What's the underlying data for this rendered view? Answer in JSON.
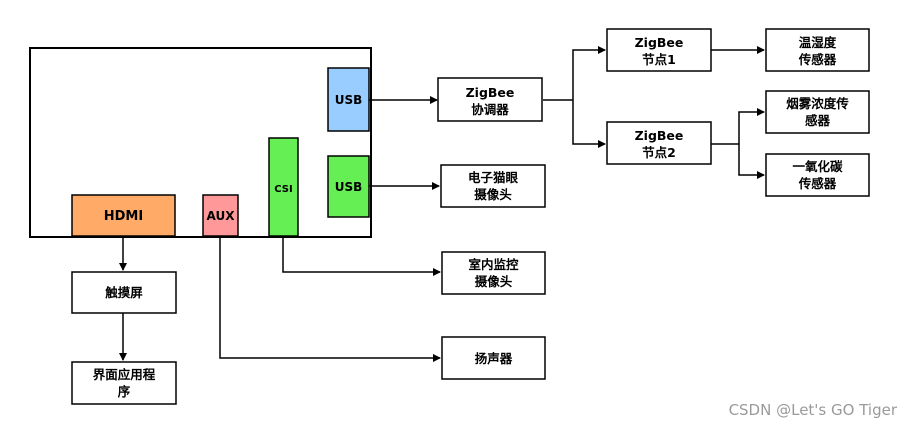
{
  "board": {
    "ports": {
      "usb1": "USB",
      "usb2": "USB",
      "hdmi": "HDMI",
      "aux": "AUX",
      "csi": "CSI"
    }
  },
  "nodes": {
    "zigbee_coordinator": [
      "ZigBee",
      "协调器"
    ],
    "zigbee_node1": [
      "ZigBee",
      "节点1"
    ],
    "zigbee_node2": [
      "ZigBee",
      "节点2"
    ],
    "temp_humidity_sensor": [
      "温湿度",
      "传感器"
    ],
    "smoke_sensor": [
      "烟雾浓度传",
      "感器"
    ],
    "co_sensor": [
      "一氧化碳",
      "传感器"
    ],
    "peephole_camera": [
      "电子猫眼",
      "摄像头"
    ],
    "indoor_camera": [
      "室内监控",
      "摄像头"
    ],
    "speaker": [
      "扬声器"
    ],
    "touchscreen": [
      "触摸屏"
    ],
    "ui_program": [
      "界面应用程",
      "序"
    ]
  },
  "watermark": "CSDN @Let's GO Tiger",
  "colors": {
    "usb": "#99ccff",
    "usb2": "#66ee55",
    "hdmi": "#ffaa66",
    "aux": "#ff9999",
    "csi": "#66ee55"
  }
}
